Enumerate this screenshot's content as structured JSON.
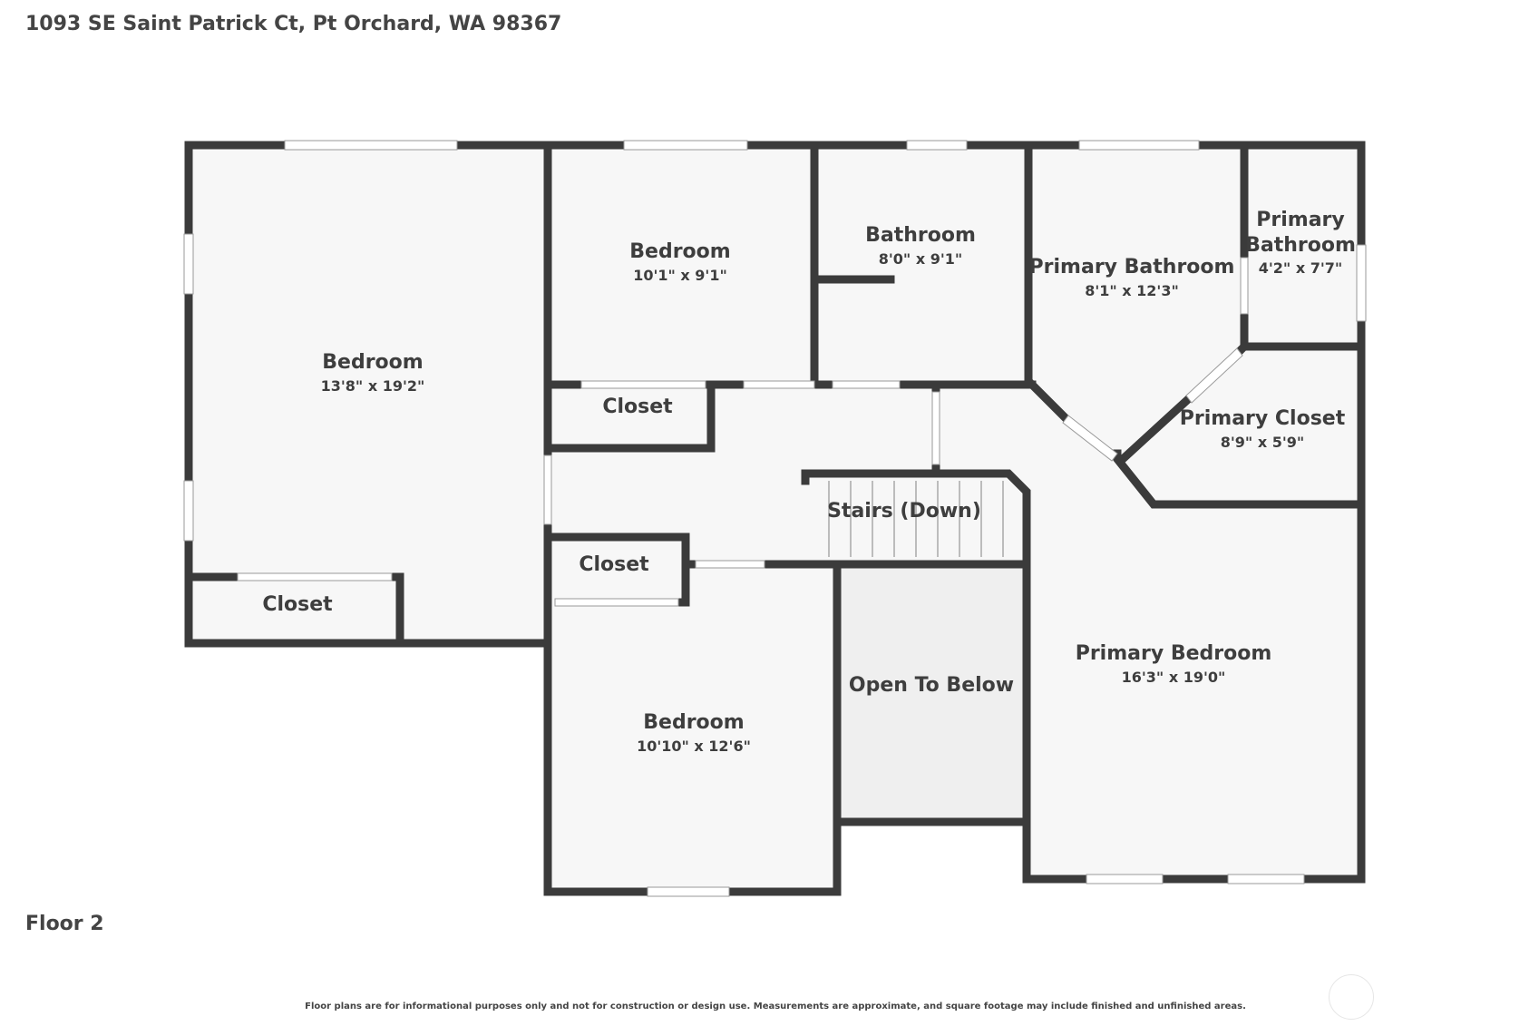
{
  "address": "1093 SE Saint Patrick Ct, Pt Orchard, WA 98367",
  "floor_label": "Floor 2",
  "disclaimer": "Floor plans are for informational purposes only and not for construction or design use. Measurements are approximate, and square footage may include finished and unfinished areas.",
  "colors": {
    "wall": "#3b3b3b",
    "floor": "#f7f7f7",
    "open_below": "#efefef",
    "window": "#ffffff"
  },
  "rooms": [
    {
      "name": "Bedroom",
      "dims": "13'8\" x 19'2\""
    },
    {
      "name": "Closet",
      "dims": ""
    },
    {
      "name": "Bedroom",
      "dims": "10'1\" x 9'1\""
    },
    {
      "name": "Closet",
      "dims": ""
    },
    {
      "name": "Bathroom",
      "dims": "8'0\" x 9'1\""
    },
    {
      "name": "Primary Bathroom",
      "dims": "8'1\" x 12'3\""
    },
    {
      "name": "Primary",
      "dims": ""
    },
    {
      "name": "Bathroom",
      "dims": "4'2\" x 7'7\""
    },
    {
      "name": "Primary Closet",
      "dims": "8'9\" x 5'9\""
    },
    {
      "name": "Stairs (Down)",
      "dims": ""
    },
    {
      "name": "Closet",
      "dims": ""
    },
    {
      "name": "Open To Below",
      "dims": ""
    },
    {
      "name": "Bedroom",
      "dims": "10'10\" x 12'6\""
    },
    {
      "name": "Primary Bedroom",
      "dims": "16'3\" x 19'0\""
    }
  ]
}
